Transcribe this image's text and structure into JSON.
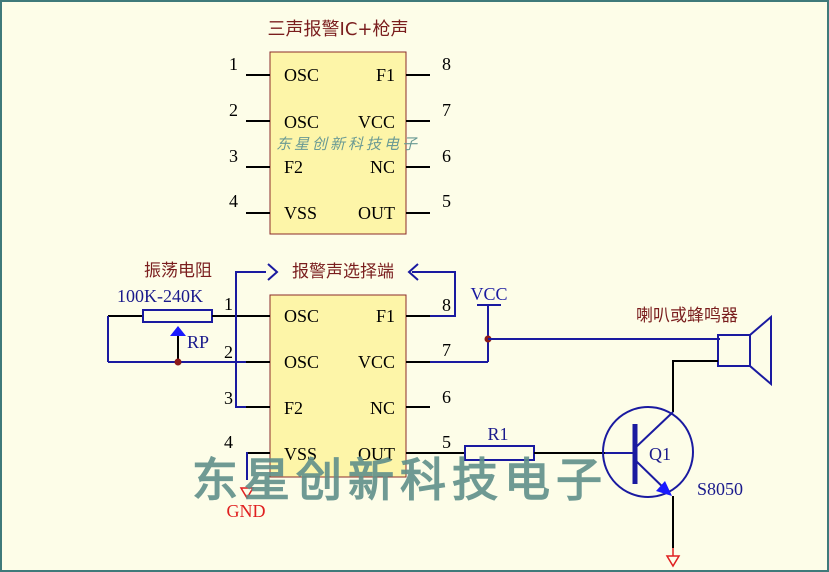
{
  "top_ic": {
    "title": "三声报警IC+枪声",
    "left_pins": [
      {
        "num": "1",
        "label": "OSC"
      },
      {
        "num": "2",
        "label": "OSC"
      },
      {
        "num": "3",
        "label": "F2"
      },
      {
        "num": "4",
        "label": "VSS"
      }
    ],
    "right_pins": [
      {
        "num": "8",
        "label": "F1"
      },
      {
        "num": "7",
        "label": "VCC"
      },
      {
        "num": "6",
        "label": "NC"
      },
      {
        "num": "5",
        "label": "OUT"
      }
    ],
    "watermark": "东星创新科技电子"
  },
  "circuit": {
    "osc_resistor_label": "振荡电阻",
    "osc_resistor_value": "100K-240K",
    "pot_ref": "RP",
    "select_label": "报警声选择端",
    "vcc_label": "VCC",
    "gnd_label": "GND",
    "speaker_label": "喇叭或蜂鸣器",
    "r1_label": "R1",
    "q1_label": "Q1",
    "q1_part": "S8050",
    "left_pins": [
      {
        "num": "1",
        "label": "OSC"
      },
      {
        "num": "2",
        "label": "OSC"
      },
      {
        "num": "3",
        "label": "F2"
      },
      {
        "num": "4",
        "label": "VSS"
      }
    ],
    "right_pins": [
      {
        "num": "8",
        "label": "F1"
      },
      {
        "num": "7",
        "label": "VCC"
      },
      {
        "num": "6",
        "label": "NC"
      },
      {
        "num": "5",
        "label": "OUT"
      }
    ]
  },
  "watermark_large": "东星创新科技电子"
}
